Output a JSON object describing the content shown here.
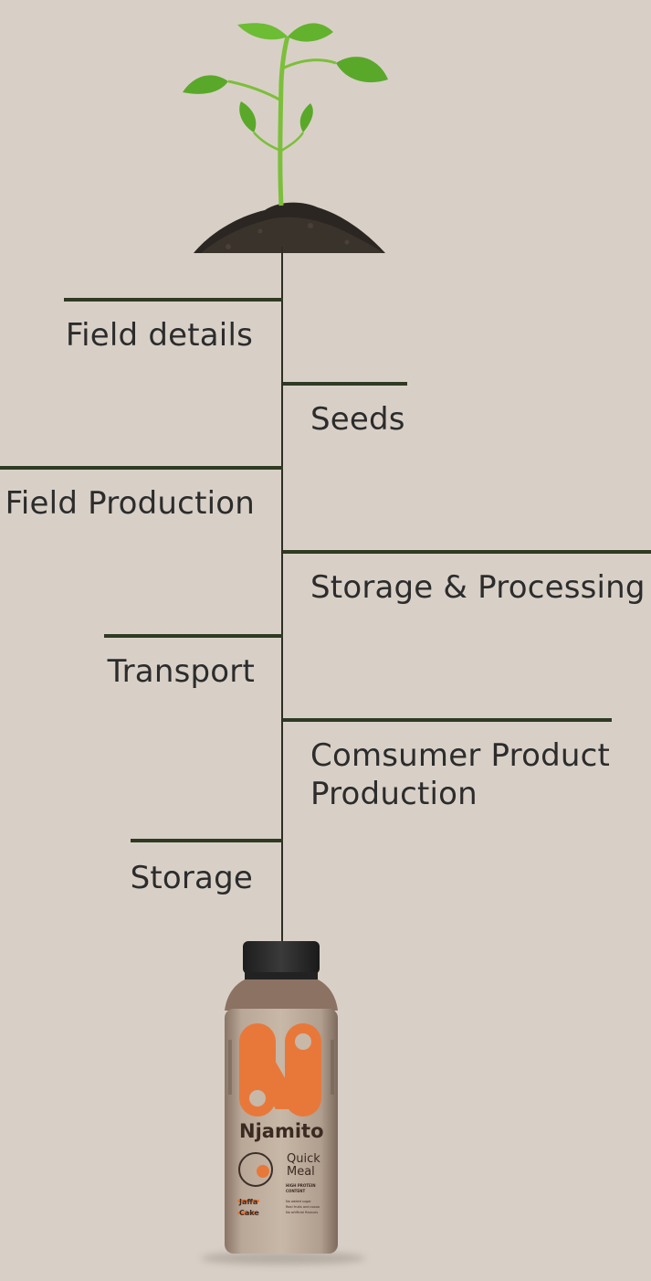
{
  "timeline": {
    "steps": [
      {
        "label": "Field details",
        "side": "left"
      },
      {
        "label": "Seeds",
        "side": "right"
      },
      {
        "label": "Field Production",
        "side": "left"
      },
      {
        "label": "Storage & Processing",
        "side": "right"
      },
      {
        "label": "Transport",
        "side": "left"
      },
      {
        "label": "Comsumer Product Production",
        "label_line1": "Comsumer Product",
        "label_line2": "Production",
        "side": "right"
      },
      {
        "label": "Storage",
        "side": "left"
      }
    ]
  },
  "product": {
    "brand": "Njamito",
    "name_line1": "Quick",
    "name_line2": "Meal",
    "tagline": "HIGH PROTEIN CONTENT",
    "flavor_line1": "Jaffa",
    "flavor_line2": "Cake",
    "claims": [
      "No added sugar",
      "Real fruits and cocoa",
      "No artificial flavours"
    ]
  },
  "colors": {
    "background": "#d8d0c7",
    "branch": "#2f3a22",
    "accent_orange": "#e8783a",
    "bottle_label": "#c9b9a4",
    "bottle_cap": "#2a2a2a"
  },
  "icons": {
    "top": "seedling-in-soil-icon",
    "bottom": "product-bottle-icon"
  }
}
